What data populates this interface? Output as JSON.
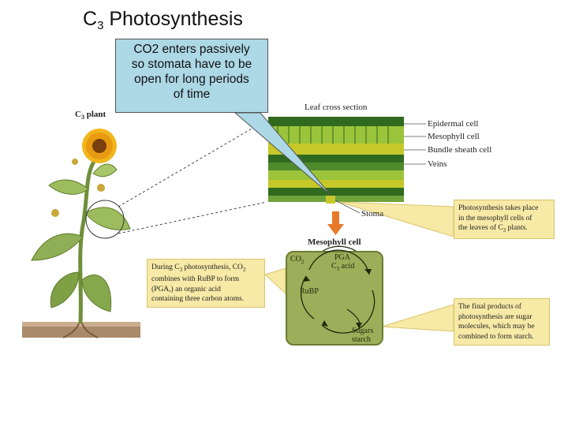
{
  "title": {
    "main": "C",
    "sub": "3",
    "rest": " Photosynthesis"
  },
  "callout": {
    "lines": [
      "CO2 enters passively",
      "so stomata have to be",
      "open for long periods",
      "of time"
    ]
  },
  "plant_label": {
    "main": "C",
    "sub": "3",
    "rest": " plant"
  },
  "leaf_section": {
    "title": "Leaf cross section",
    "labels": {
      "epidermal": "Epidermal cell",
      "mesophyll": "Mesophyll cell",
      "bundle_sheath": "Bundle sheath cell",
      "veins": "Veins",
      "stoma": "Stoma"
    }
  },
  "mesophyll_heading": "Mesophyll cell",
  "cycle": {
    "co2": "CO",
    "co2_sub": "2",
    "pga": "PGA",
    "c3_acid_main": "C",
    "c3_acid_sub": "3",
    "c3_acid_rest": " acid",
    "rubp": "RuBP",
    "sugars": "Sugars",
    "starch": "starch"
  },
  "info_left": {
    "l1a": "During C",
    "l1sub": "3",
    "l1b": " photosynthesis, CO",
    "l1sub2": "2",
    "l2": "combines with RuBP to form",
    "l3a": "(PGA,) an organic acid",
    "l4": "containing three carbon atoms."
  },
  "info_right_top": {
    "l1": "Photosynthesis takes place",
    "l2": "in the mesophyll cells of",
    "l3a": "the leaves of C",
    "l3sub": "3",
    "l3b": " plants."
  },
  "info_right_bottom": {
    "l1": "The final products of",
    "l2": "photosynthesis are sugar",
    "l3": "molecules, which may be",
    "l4": "combined to form starch."
  },
  "colors": {
    "callout_bg": "#add8e6",
    "info_bg": "#f7e9a6",
    "leaf_dark": "#2f6a1e",
    "leaf_light": "#9bc43a",
    "bundle_yellow": "#c6c82a",
    "mesophyll_box": "#9cae5a",
    "arrow_orange": "#e8792a"
  }
}
